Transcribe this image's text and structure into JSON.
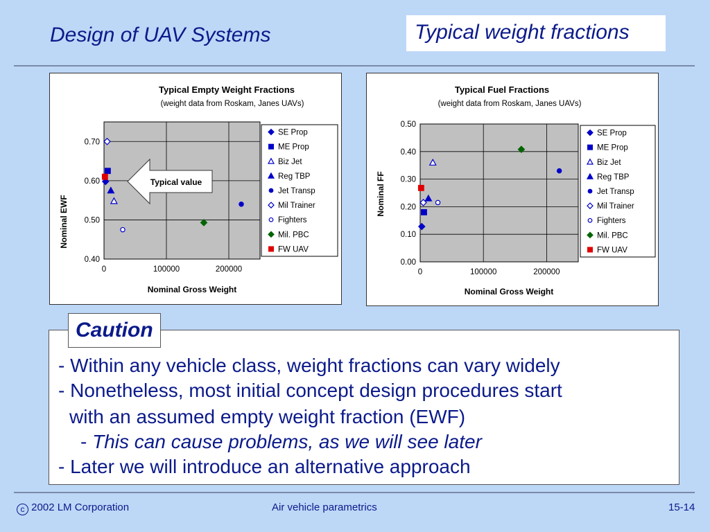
{
  "header": {
    "title_left": "Design of UAV Systems",
    "title_right": "Typical weight fractions"
  },
  "colors": {
    "text": "#0b1a8a",
    "plot_bg": "#c0c0c0",
    "series_blue": "#0000c8",
    "series_green": "#006400",
    "series_red": "#e00000"
  },
  "legend_items": [
    {
      "label": "SE Prop",
      "marker": "diamond",
      "filled": true,
      "color": "#0000c8"
    },
    {
      "label": "ME Prop",
      "marker": "square",
      "filled": true,
      "color": "#0000c8"
    },
    {
      "label": "Biz Jet",
      "marker": "triangle",
      "filled": false,
      "color": "#0000c8"
    },
    {
      "label": "Reg TBP",
      "marker": "triangle",
      "filled": true,
      "color": "#0000c8"
    },
    {
      "label": "Jet Transp",
      "marker": "circle",
      "filled": true,
      "color": "#0000c8"
    },
    {
      "label": "Mil Trainer",
      "marker": "diamond",
      "filled": false,
      "color": "#0000c8"
    },
    {
      "label": "Fighters",
      "marker": "circle",
      "filled": false,
      "color": "#0000c8"
    },
    {
      "label": "Mil. PBC",
      "marker": "diamond",
      "filled": true,
      "color": "#006400"
    },
    {
      "label": "FW UAV",
      "marker": "square",
      "filled": true,
      "color": "#e00000"
    }
  ],
  "chart_data": [
    {
      "type": "scatter",
      "title": "Typical Empty Weight Fractions",
      "subtitle": "(weight data from Roskam, Janes UAVs)",
      "xlabel": "Nominal Gross Weight",
      "ylabel": "Nominal EWF",
      "xlim": [
        0,
        250000
      ],
      "ylim": [
        0.4,
        0.75
      ],
      "xticks": [
        {
          "v": 0,
          "label": "0"
        },
        {
          "v": 100000,
          "label": "100000"
        },
        {
          "v": 200000,
          "label": "200000"
        }
      ],
      "yticks": [
        {
          "v": 0.4,
          "label": "0.40"
        },
        {
          "v": 0.5,
          "label": "0.50"
        },
        {
          "v": 0.6,
          "label": "0.60"
        },
        {
          "v": 0.7,
          "label": "0.70"
        }
      ],
      "grid": true,
      "legend_position": "right",
      "annotation": "Typical value",
      "series": [
        {
          "name": "SE Prop",
          "points": [
            [
              2500,
              0.598
            ]
          ]
        },
        {
          "name": "ME Prop",
          "points": [
            [
              6000,
              0.625
            ]
          ]
        },
        {
          "name": "Biz Jet",
          "points": [
            [
              16000,
              0.548
            ]
          ]
        },
        {
          "name": "Reg TBP",
          "points": [
            [
              11000,
              0.575
            ]
          ]
        },
        {
          "name": "Jet Transp",
          "points": [
            [
              220000,
              0.54
            ]
          ]
        },
        {
          "name": "Mil Trainer",
          "points": [
            [
              5000,
              0.7
            ]
          ]
        },
        {
          "name": "Fighters",
          "points": [
            [
              30000,
              0.475
            ]
          ]
        },
        {
          "name": "Mil. PBC",
          "points": [
            [
              160000,
              0.493
            ]
          ]
        },
        {
          "name": "FW UAV",
          "points": [
            [
              1500,
              0.61
            ]
          ]
        }
      ]
    },
    {
      "type": "scatter",
      "title": "Typical Fuel Fractions",
      "subtitle": "(weight data from Roskam, Janes UAVs)",
      "xlabel": "Nominal Gross Weight",
      "ylabel": "Nominal FF",
      "xlim": [
        0,
        250000
      ],
      "ylim": [
        0.0,
        0.5
      ],
      "xticks": [
        {
          "v": 0,
          "label": "0"
        },
        {
          "v": 100000,
          "label": "100000"
        },
        {
          "v": 200000,
          "label": "200000"
        }
      ],
      "yticks": [
        {
          "v": 0.0,
          "label": "0.00"
        },
        {
          "v": 0.1,
          "label": "0.10"
        },
        {
          "v": 0.2,
          "label": "0.20"
        },
        {
          "v": 0.3,
          "label": "0.30"
        },
        {
          "v": 0.4,
          "label": "0.40"
        },
        {
          "v": 0.5,
          "label": "0.50"
        }
      ],
      "grid": true,
      "legend_position": "right",
      "series": [
        {
          "name": "SE Prop",
          "points": [
            [
              2500,
              0.128
            ]
          ]
        },
        {
          "name": "ME Prop",
          "points": [
            [
              6000,
              0.18
            ]
          ]
        },
        {
          "name": "Biz Jet",
          "points": [
            [
              20000,
              0.36
            ]
          ]
        },
        {
          "name": "Reg TBP",
          "points": [
            [
              13000,
              0.23
            ]
          ]
        },
        {
          "name": "Jet Transp",
          "points": [
            [
              220000,
              0.33
            ]
          ]
        },
        {
          "name": "Mil Trainer",
          "points": [
            [
              5000,
              0.215
            ]
          ]
        },
        {
          "name": "Fighters",
          "points": [
            [
              28000,
              0.215
            ]
          ]
        },
        {
          "name": "Mil. PBC",
          "points": [
            [
              160000,
              0.408
            ]
          ]
        },
        {
          "name": "FW UAV",
          "points": [
            [
              1500,
              0.268
            ]
          ]
        }
      ]
    }
  ],
  "caution": {
    "tag": "Caution",
    "line1": "- Within any vehicle class, weight fractions can vary widely",
    "line2": "- Nonetheless, most initial concept design procedures start",
    "line3": "with an assumed empty weight fraction (EWF)",
    "line4_dash": "- ",
    "line4_italic": "This can cause problems, as we will see later",
    "line5": "- Later we will introduce an alternative approach"
  },
  "footer": {
    "copyright_symbol": "c",
    "copyright": "2002 LM Corporation",
    "center": "Air vehicle parametrics",
    "page": "15-14"
  }
}
